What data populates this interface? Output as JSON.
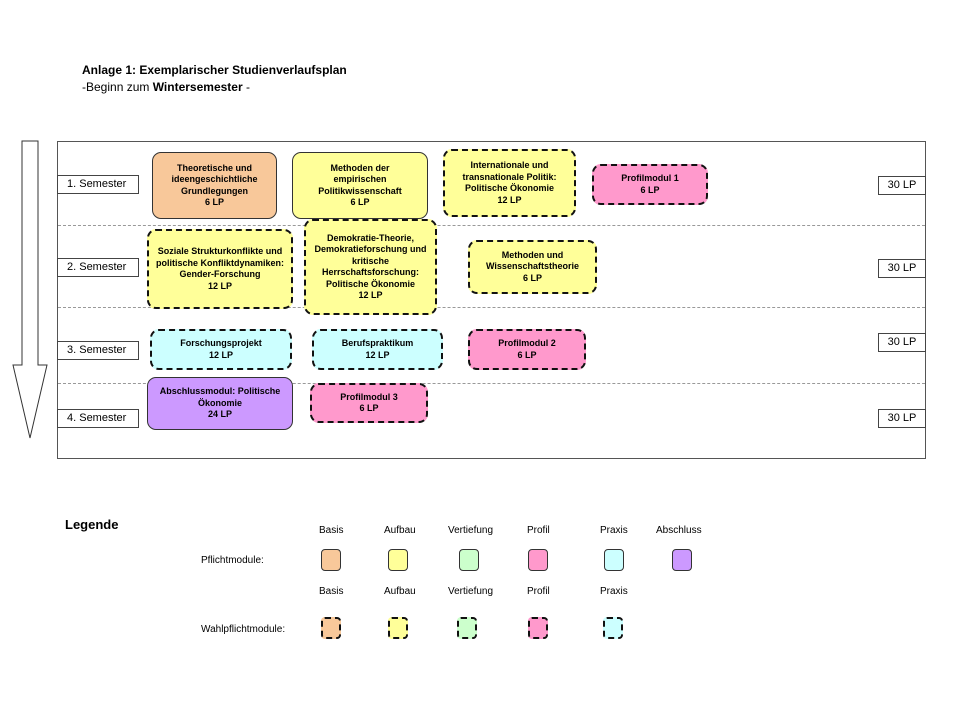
{
  "header": {
    "title": "Anlage 1: Exemplarischer Studienverlaufsplan",
    "subtitle_pre": "-Beginn zum ",
    "subtitle_bold": "Wintersemester",
    "subtitle_post": " -"
  },
  "semesters": [
    {
      "label": "1. Semester",
      "lp": "30 LP"
    },
    {
      "label": "2. Semester",
      "lp": "30 LP"
    },
    {
      "label": "3. Semester",
      "lp": "30 LP"
    },
    {
      "label": "4. Semester",
      "lp": "30 LP"
    }
  ],
  "modules": {
    "theoretische": {
      "name": "Theoretische und ideengeschichtliche Grundlegungen",
      "lp": "6 LP"
    },
    "methoden_emp": {
      "name": "Methoden der empirischen Politikwissenschaft",
      "lp": "6 LP"
    },
    "international": {
      "name": "Internationale und transnationale Politik: Politische Ökonomie",
      "lp": "12 LP"
    },
    "profil1": {
      "name": "Profilmodul 1",
      "lp": "6 LP"
    },
    "sozial": {
      "name": "Soziale Strukturkonflikte und politische Konfliktdynamiken: Gender-Forschung",
      "lp": "12 LP"
    },
    "demokratie": {
      "name": "Demokratie-Theorie, Demokratieforschung und kritische Herrschaftsforschung: Politische Ökonomie",
      "lp": "12 LP"
    },
    "methoden_wiss": {
      "name": "Methoden und Wissenschaftstheorie",
      "lp": "6 LP"
    },
    "forschung": {
      "name": "Forschungsprojekt",
      "lp": "12 LP"
    },
    "beruf": {
      "name": "Berufspraktikum",
      "lp": "12 LP"
    },
    "profil2": {
      "name": "Profilmodul 2",
      "lp": "6 LP"
    },
    "abschluss": {
      "name": "Abschlussmodul: Politische Ökonomie",
      "lp": "24 LP"
    },
    "profil3": {
      "name": "Profilmodul 3",
      "lp": "6 LP"
    }
  },
  "legend": {
    "title": "Legende",
    "pflicht_label": "Pflichtmodule:",
    "wahl_label": "Wahlpflichtmodule:",
    "pflicht_headers": [
      "Basis",
      "Aufbau",
      "Vertiefung",
      "Profil",
      "Praxis",
      "Abschluss"
    ],
    "wahl_headers": [
      "Basis",
      "Aufbau",
      "Vertiefung",
      "Profil",
      "Praxis"
    ]
  },
  "colors": {
    "basis": "#f8c89a",
    "aufbau": "#ffff99",
    "vertiefung": "#ccffcc",
    "profil": "#ff99cc",
    "praxis": "#ccffff",
    "abschluss": "#cc99ff"
  }
}
